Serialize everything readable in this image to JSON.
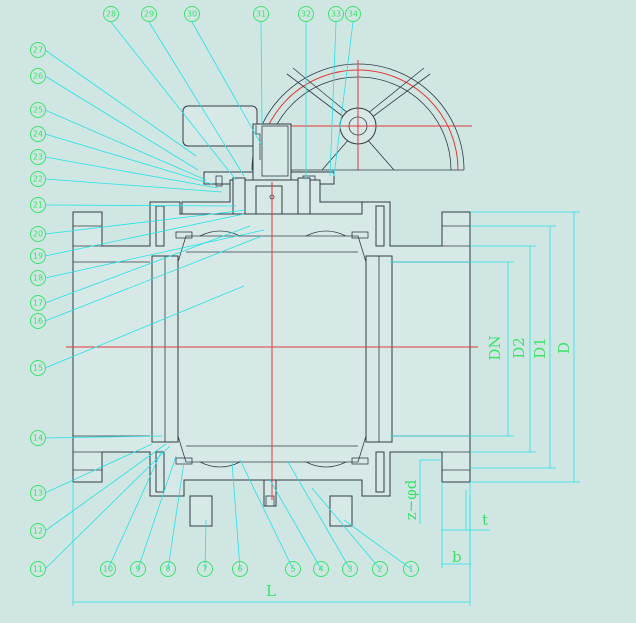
{
  "callouts_left": [
    "27",
    "26",
    "25",
    "24",
    "23",
    "22",
    "21",
    "20",
    "19",
    "18",
    "17",
    "16",
    "15",
    "14",
    "13",
    "12",
    "11"
  ],
  "callouts_top": [
    "28",
    "29",
    "30",
    "31",
    "32",
    "33",
    "34"
  ],
  "callouts_bottom": [
    "10",
    "9",
    "8",
    "7",
    "6",
    "5",
    "4",
    "3",
    "2",
    "1"
  ],
  "dimensions": {
    "dn": "DN",
    "d2": "D2",
    "d1": "D1",
    "d": "D",
    "l": "L",
    "b": "b",
    "t": "t",
    "zd": "z−φd"
  }
}
